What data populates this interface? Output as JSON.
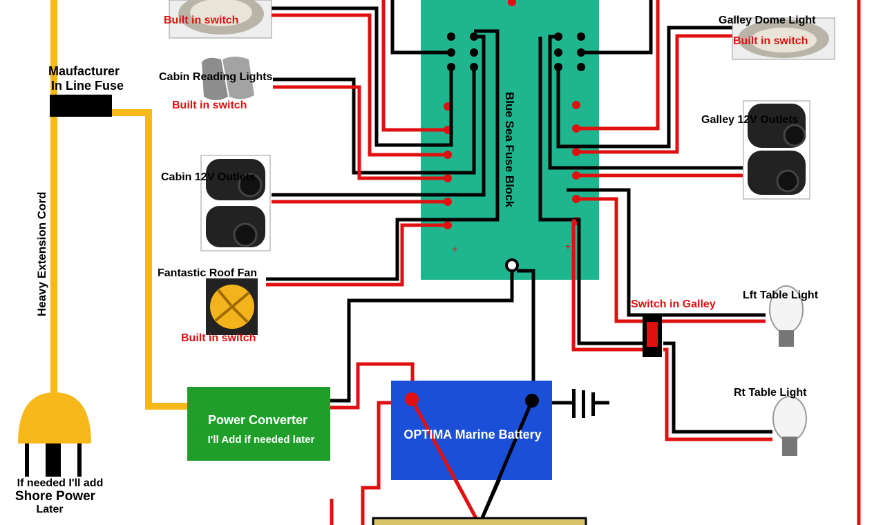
{
  "labels": {
    "manufacturer": "Maufacturer",
    "inline_fuse": "In Line Fuse",
    "extension_cord": "Heavy Extension Cord",
    "shore_line1": "If needed I'll add",
    "shore_line2": "Shore Power",
    "shore_line3": "Later",
    "built_in_switch_tl": "Built in switch",
    "cabin_reading_lights": "Cabin Reading Lights",
    "built_in_switch_reading": "Built in switch",
    "cabin_outlets": "Cabin 12V Outlets",
    "roof_fan": "Fantastic Roof Fan",
    "built_in_switch_fan": "Built in switch",
    "power_converter": "Power Converter",
    "converter_note": "I'll Add if needed later",
    "battery": "OPTIMA Marine Battery",
    "fuse_block": "Blue Sea Fuse Block",
    "galley_dome_light": "Galley Dome Light",
    "built_in_switch_galley": "Built in switch",
    "galley_outlets": "Galley 12V Outlets",
    "switch_in_galley": "Switch in Galley",
    "lft_table_light": "Lft Table Light",
    "rt_table_light": "Rt Table Light"
  },
  "colors": {
    "positive_wire": "#e01010",
    "negative_wire": "#000000",
    "shore_wire": "#f7b81b",
    "fuse_block": "#1fb58f",
    "battery": "#1c4fd8",
    "converter": "#1f9f2a"
  }
}
